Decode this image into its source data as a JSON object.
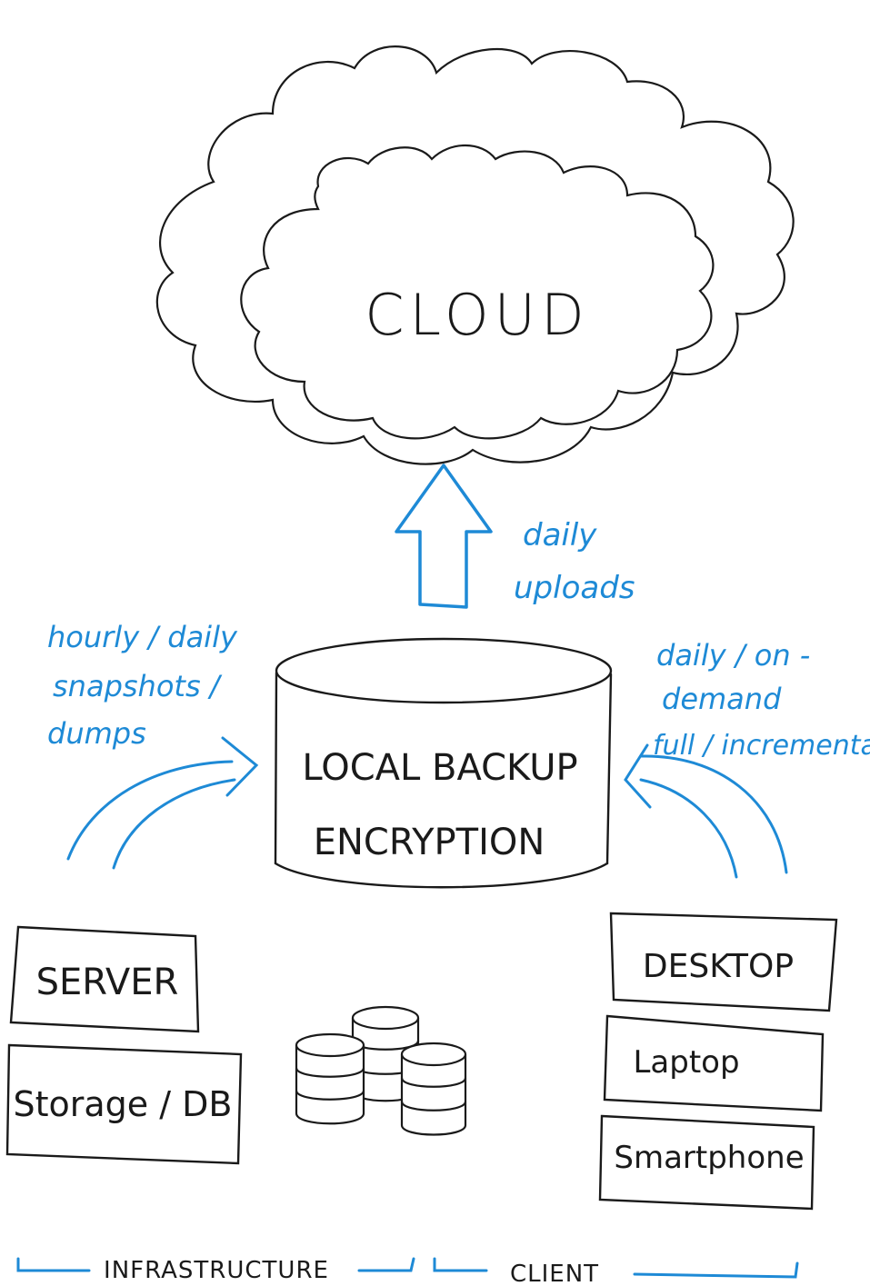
{
  "cloud": {
    "label": "CLOUD"
  },
  "upload": {
    "line1": "daily",
    "line2": "uploads"
  },
  "backup": {
    "line1": "LOCAL BACKUP",
    "line2": "ENCRYPTION"
  },
  "infra_note": {
    "line1": "hourly / daily",
    "line2": "snapshots /",
    "line3": "dumps"
  },
  "client_note": {
    "line1": "daily / on -",
    "line2": "demand",
    "line3": "full / incremental"
  },
  "infrastructure": {
    "items": [
      {
        "label": "SERVER"
      },
      {
        "label": "Storage / DB"
      }
    ],
    "footer": "INFRASTRUCTURE"
  },
  "client": {
    "items": [
      {
        "label": "DESKTOP"
      },
      {
        "label": "Laptop"
      },
      {
        "label": "Smartphone"
      }
    ],
    "footer": "CLIENT"
  },
  "colors": {
    "ink": "#1a1a1a",
    "accent": "#1e8ad6"
  },
  "icons": {
    "db_stack": "database-stack-icon"
  }
}
